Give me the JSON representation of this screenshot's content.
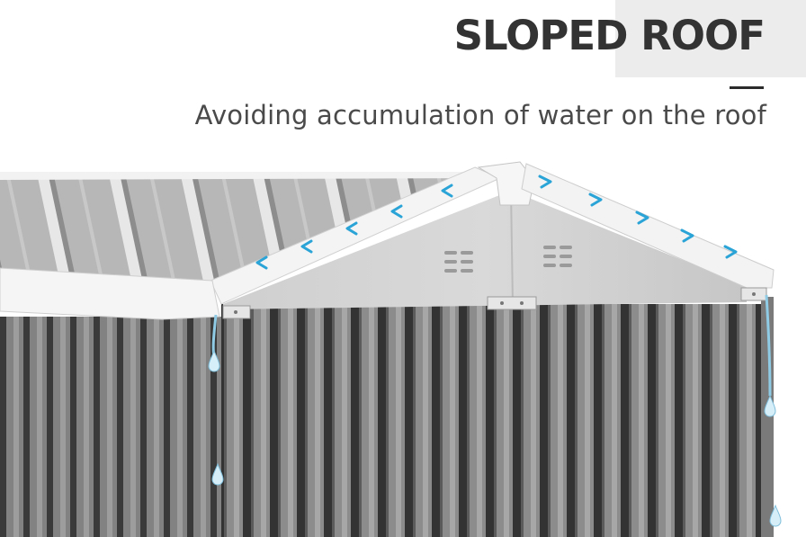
{
  "header": {
    "title": "SLOPED ROOF",
    "subtitle": "Avoiding accumulation of water on the roof"
  },
  "photo": {
    "subject": "metal garden shed with sloped gable roof",
    "icons": [
      "arrow-icon",
      "water-drop-icon"
    ],
    "colors": {
      "background": "#ffffff",
      "title_box": "#ececec",
      "title_text": "#333333",
      "subtitle_text": "#4a4a4a",
      "roof_panel": "#b9b9b9",
      "trim": "#f3f3f3",
      "wall": "#8a8a8a",
      "arrow": "#2aa3d6",
      "water": "#9fd2e8"
    }
  }
}
